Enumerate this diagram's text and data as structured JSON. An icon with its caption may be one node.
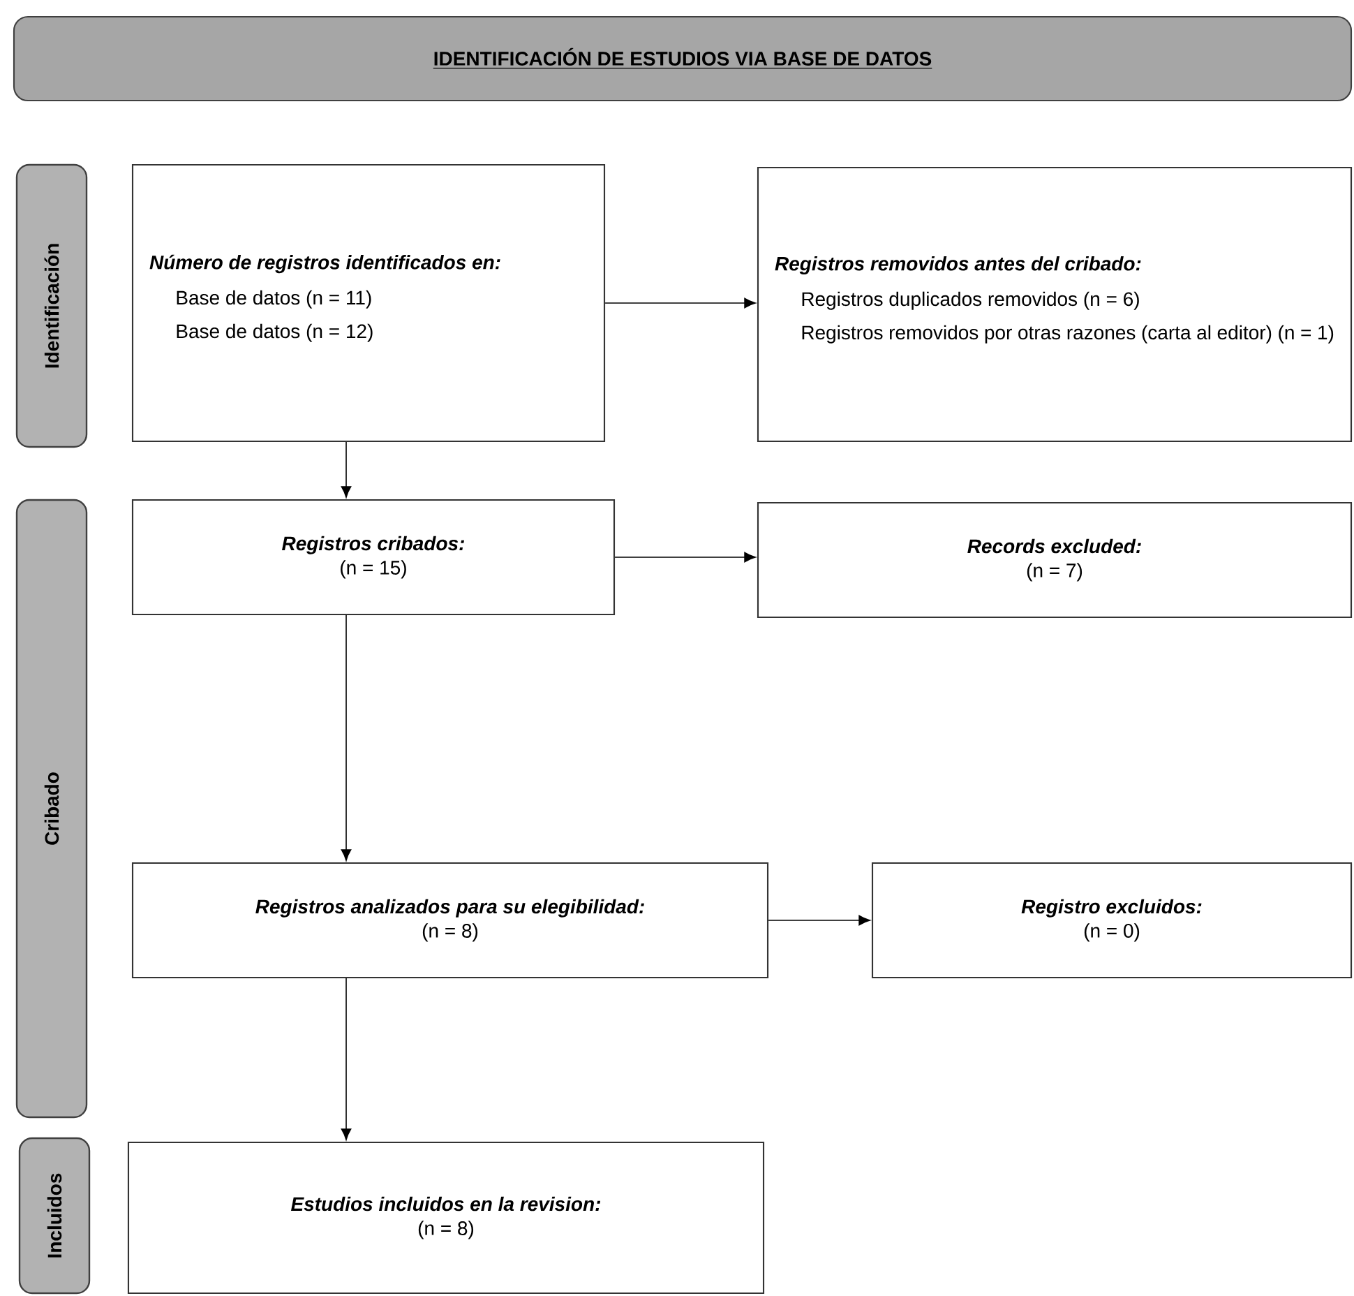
{
  "diagram": {
    "nodes": [
      {
        "text": [
          "IDENTIFICACIÓN DE ESTUDIOS VIA BASE DE DATOS"
        ]
      },
      {
        "text": [
          "Identificación"
        ]
      },
      {
        "text": [
          "Número de registros identificados en:",
          "Base de datos (n = 11)",
          "Base de datos (n = 12)"
        ]
      },
      {
        "text": [
          "Registros removidos antes del cribado:",
          "Registros duplicados removidos (n = 6)",
          "Registros removidos por otras razones (carta al editor) (n = 1)"
        ]
      },
      {
        "text": [
          "Cribado"
        ]
      },
      {
        "text": [
          "Registros cribados:",
          "(n = 15)"
        ]
      },
      {
        "text": [
          "Records excluded:",
          "(n = 7)"
        ]
      },
      {
        "text": [
          "Registros analizados para su elegibilidad:",
          "(n = 8)"
        ]
      },
      {
        "text": [
          "Registro excluidos:",
          "(n = 0)"
        ]
      },
      {
        "text": [
          "Incluidos"
        ]
      },
      {
        "text": [
          "Estudios incluidos en la revision:",
          "(n = 8)"
        ]
      }
    ],
    "edges": [
      {
        "from": 2,
        "to": 3,
        "arrow": "to"
      },
      {
        "from": 2,
        "to": 5,
        "arrow": "to"
      },
      {
        "from": 5,
        "to": 6,
        "arrow": "to"
      },
      {
        "from": 5,
        "to": 7,
        "arrow": "to"
      },
      {
        "from": 7,
        "to": 8,
        "arrow": "to"
      },
      {
        "from": 7,
        "to": 10,
        "arrow": "to"
      }
    ]
  }
}
